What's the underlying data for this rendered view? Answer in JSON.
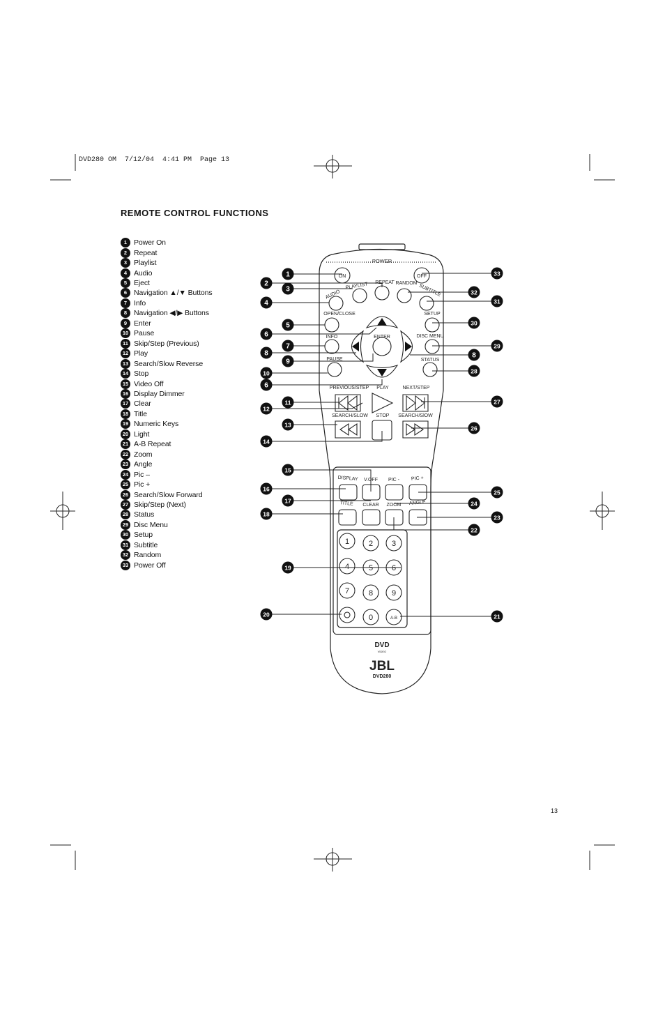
{
  "slug": "DVD280 OM  7/12/04  4:41 PM  Page 13",
  "heading": "REMOTE CONTROL FUNCTIONS",
  "page_number": "13",
  "legend": [
    {
      "n": "1",
      "label": "Power On"
    },
    {
      "n": "2",
      "label": "Repeat"
    },
    {
      "n": "3",
      "label": "Playlist"
    },
    {
      "n": "4",
      "label": "Audio"
    },
    {
      "n": "5",
      "label": "Eject"
    },
    {
      "n": "6",
      "label": "Navigation ▲/▼ Buttons"
    },
    {
      "n": "7",
      "label": "Info"
    },
    {
      "n": "8",
      "label": "Navigation ◀/▶ Buttons"
    },
    {
      "n": "9",
      "label": "Enter"
    },
    {
      "n": "10",
      "label": "Pause"
    },
    {
      "n": "11",
      "label": "Skip/Step (Previous)"
    },
    {
      "n": "12",
      "label": "Play"
    },
    {
      "n": "13",
      "label": "Search/Slow Reverse"
    },
    {
      "n": "14",
      "label": "Stop"
    },
    {
      "n": "15",
      "label": "Video Off"
    },
    {
      "n": "16",
      "label": "Display Dimmer"
    },
    {
      "n": "17",
      "label": "Clear"
    },
    {
      "n": "18",
      "label": "Title"
    },
    {
      "n": "19",
      "label": "Numeric Keys"
    },
    {
      "n": "20",
      "label": "Light"
    },
    {
      "n": "21",
      "label": "A-B Repeat"
    },
    {
      "n": "22",
      "label": "Zoom"
    },
    {
      "n": "23",
      "label": "Angle"
    },
    {
      "n": "24",
      "label": "Pic –"
    },
    {
      "n": "25",
      "label": "Pic +"
    },
    {
      "n": "26",
      "label": "Search/Slow Forward"
    },
    {
      "n": "27",
      "label": "Skip/Step (Next)"
    },
    {
      "n": "28",
      "label": "Status"
    },
    {
      "n": "29",
      "label": "Disc Menu"
    },
    {
      "n": "30",
      "label": "Setup"
    },
    {
      "n": "31",
      "label": "Subtitle"
    },
    {
      "n": "32",
      "label": "Random"
    },
    {
      "n": "33",
      "label": "Power Off"
    }
  ],
  "remote": {
    "power": "POWER",
    "on": "ON",
    "off": "OFF",
    "playlist": "PLAYLIST",
    "repeat": "REPEAT",
    "random": "RANDOM",
    "subtitle": "SUBTITLE",
    "audio": "AUDIO",
    "open_close": "OPEN/CLOSE",
    "setup": "SETUP",
    "info": "INFO",
    "enter": "ENTER",
    "disc_menu": "DISC MENU",
    "pause": "PAUSE",
    "status": "STATUS",
    "previous_step": "PREVIOUS/STEP",
    "play": "PLAY",
    "next_step": "NEXT/STEP",
    "search_slow_left": "SEARCH/SLOW",
    "stop": "STOP",
    "search_slow_right": "SEARCH/SlOW",
    "display": "DISPLAY",
    "v_off": "V.OFF",
    "pic_minus": "PIC -",
    "pic_plus": "PIC +",
    "title": "TITLE",
    "clear": "CLEAR",
    "zoom": "ZOOM",
    "angle": "ANGLE",
    "digits": [
      "1",
      "2",
      "3",
      "4",
      "5",
      "6",
      "7",
      "8",
      "9",
      "0"
    ],
    "a_b": "A-B",
    "dvd_logo": "DVD",
    "dvd_logo_sub": "VIDEO",
    "brand": "JBL",
    "model": "DVD280"
  }
}
